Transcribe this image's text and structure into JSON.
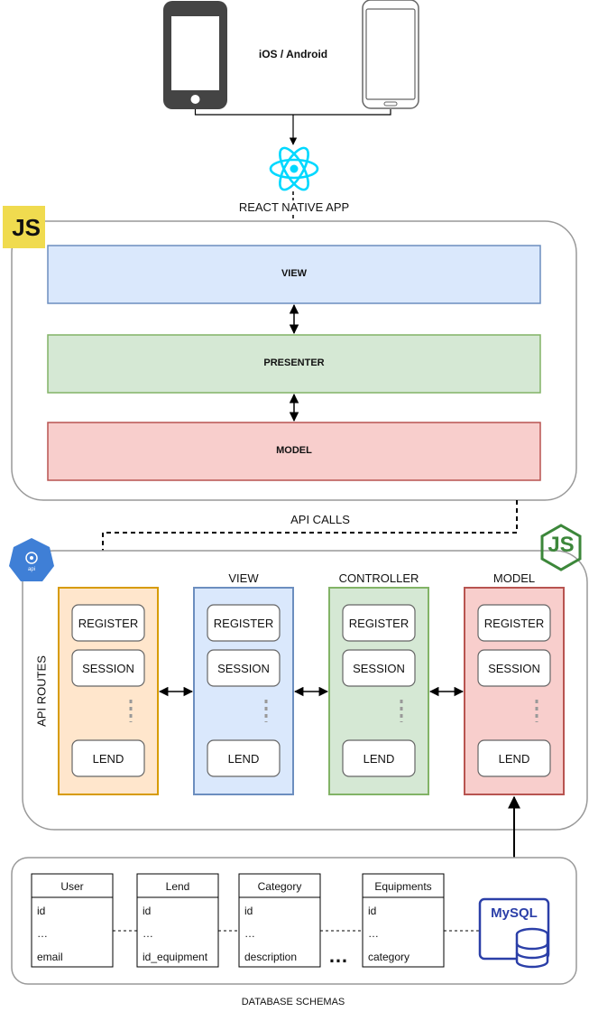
{
  "top": {
    "platforms_label": "iOS / Android",
    "react_label": "REACT NATIVE APP",
    "js_badge": "JS"
  },
  "frontend": {
    "layers": [
      "VIEW",
      "PRESENTER",
      "MODEL"
    ],
    "api_calls_label": "API CALLS"
  },
  "backend": {
    "side_label": "API ROUTES",
    "api_badge": "api",
    "node_badge": "JS",
    "columns": [
      {
        "title": "",
        "items": [
          "REGISTER",
          "SESSION",
          "LEND"
        ]
      },
      {
        "title": "VIEW",
        "items": [
          "REGISTER",
          "SESSION",
          "LEND"
        ]
      },
      {
        "title": "CONTROLLER",
        "items": [
          "REGISTER",
          "SESSION",
          "LEND"
        ]
      },
      {
        "title": "MODEL",
        "items": [
          "REGISTER",
          "SESSION",
          "LEND"
        ]
      }
    ]
  },
  "database": {
    "tables": [
      {
        "name": "User",
        "rows": [
          "id",
          "…",
          "email"
        ]
      },
      {
        "name": "Lend",
        "rows": [
          "id",
          "…",
          "id_equipment"
        ]
      },
      {
        "name": "Category",
        "rows": [
          "id",
          "…",
          "description"
        ]
      },
      {
        "name": "Equipments",
        "rows": [
          "id",
          "…",
          "category"
        ]
      }
    ],
    "ellipsis": "…",
    "mysql_label": "MySQL",
    "caption": "DATABASE SCHEMAS"
  },
  "colors": {
    "view_fill": "#dae8fc",
    "view_stroke": "#6c8ebf",
    "presenter_fill": "#d5e8d4",
    "presenter_stroke": "#82b366",
    "model_fill": "#f8cecc",
    "model_stroke": "#b85450",
    "routes_fill": "#ffe6cc",
    "routes_stroke": "#d79b00",
    "react": "#00d8ff",
    "js_yellow": "#f0db4f",
    "node_green": "#3c873a",
    "api_blue": "#3f7fd6",
    "mysql_blue": "#2b3fa8"
  }
}
